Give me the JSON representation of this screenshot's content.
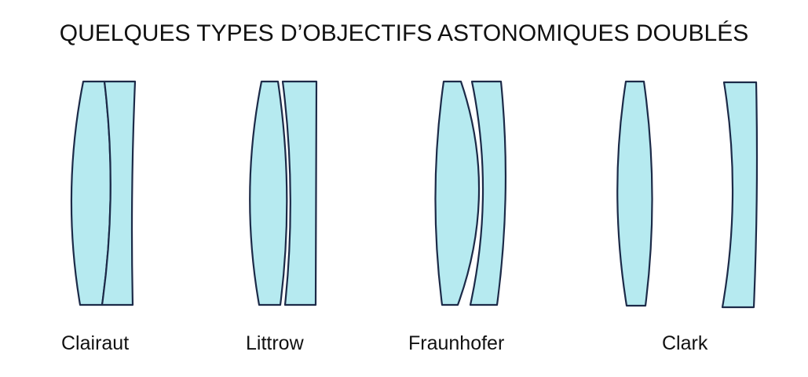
{
  "title": "QUELQUES TYPES D’OBJECTIFS ASTONOMIQUES DOUBLÉS",
  "colors": {
    "glass": "#b6eaf0",
    "outline": "#1c2a48"
  },
  "objectives": [
    {
      "name": "Clairaut"
    },
    {
      "name": "Littrow"
    },
    {
      "name": "Fraunhofer"
    },
    {
      "name": "Clark"
    }
  ]
}
